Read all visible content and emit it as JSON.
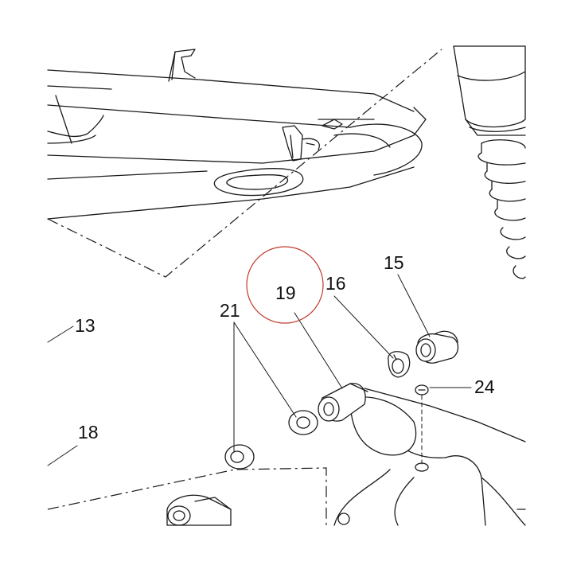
{
  "diagram": {
    "callouts": [
      {
        "id": "c13",
        "label": "13"
      },
      {
        "id": "c18",
        "label": "18"
      },
      {
        "id": "c21",
        "label": "21"
      },
      {
        "id": "c19",
        "label": "19"
      },
      {
        "id": "c16",
        "label": "16"
      },
      {
        "id": "c15",
        "label": "15"
      },
      {
        "id": "c24",
        "label": "24"
      }
    ],
    "colors": {
      "line": "#1a1a1a",
      "highlight_circle": "#c0392b",
      "background": "#ffffff"
    }
  }
}
